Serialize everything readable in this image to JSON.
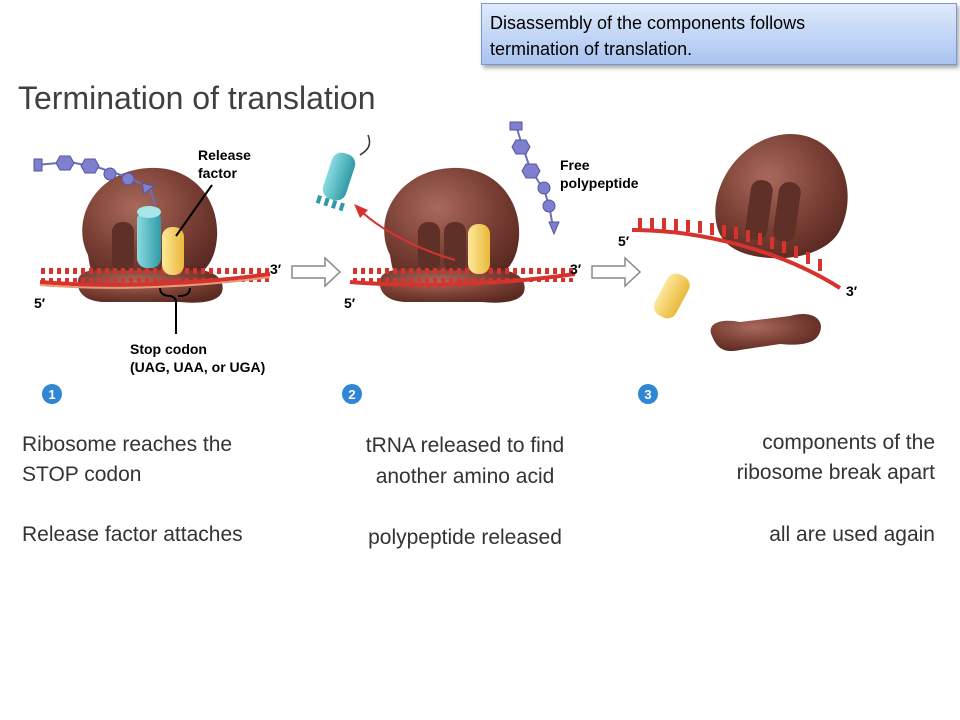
{
  "callout": {
    "line1": "Disassembly of the components follows",
    "line2": "termination of translation."
  },
  "title": "Termination of translation",
  "diagram": {
    "release_factor": [
      "Release",
      "factor"
    ],
    "free_polypeptide": [
      "Free",
      "polypeptide"
    ],
    "stop_codon": [
      "Stop codon",
      "(UAG, UAA, or UGA)"
    ],
    "five_prime": "5′",
    "three_prime": "3′",
    "steps": [
      "1",
      "2",
      "3"
    ]
  },
  "captions": {
    "step1": {
      "line1": "Ribosome reaches the",
      "line2": "STOP codon",
      "line3": "Release factor attaches"
    },
    "step2": {
      "line1": "tRNA released to find",
      "line2": "another amino acid",
      "line3": "polypeptide released"
    },
    "step3": {
      "line1": "components of the",
      "line2": "ribosome break apart",
      "line3": "all are used again"
    }
  },
  "colors": {
    "ribosome": "#7a3f34",
    "trna": "#45b3bd",
    "release_factor": "#f3cf55",
    "mrna": "#d6332e",
    "polypeptide": "#7f7fcf",
    "step_badge": "#2e86d4"
  }
}
